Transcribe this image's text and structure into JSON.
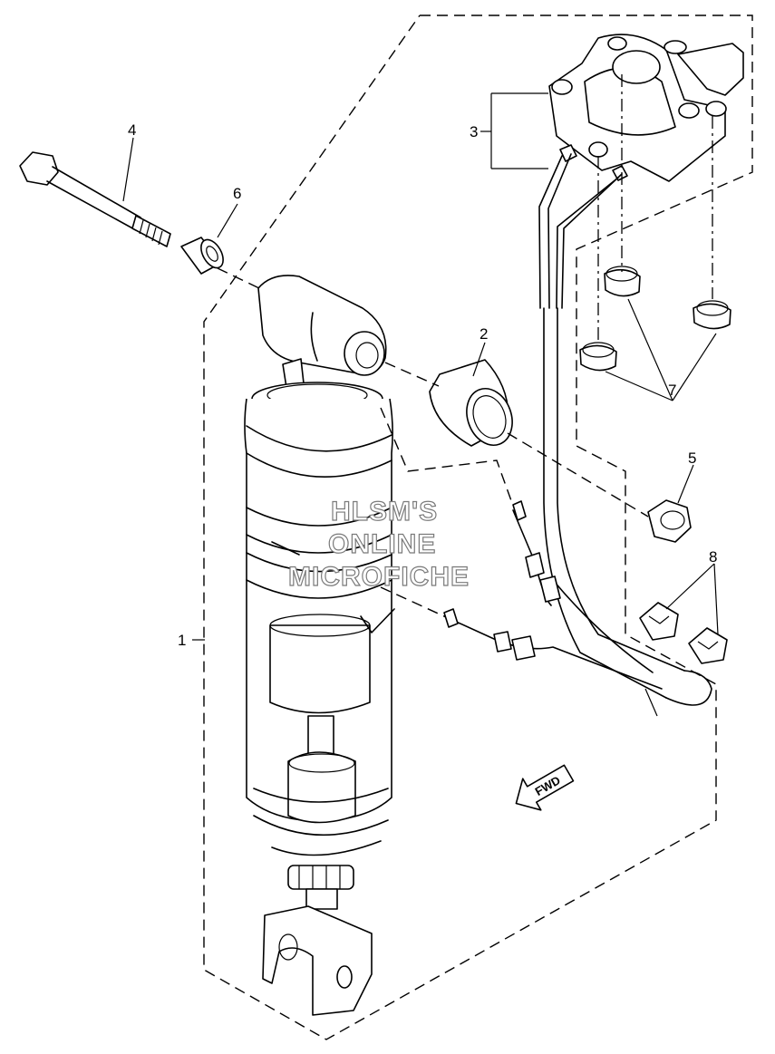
{
  "diagram": {
    "callouts": {
      "c1": "1",
      "c2": "2",
      "c3": "3",
      "c4": "4",
      "c5": "5",
      "c6": "6",
      "c7": "7",
      "c8": "8"
    },
    "direction_marker": "FWD",
    "watermark": {
      "line1": "HLSM'S",
      "line2": "ONLINE",
      "line3": "MICROFICHE"
    }
  }
}
